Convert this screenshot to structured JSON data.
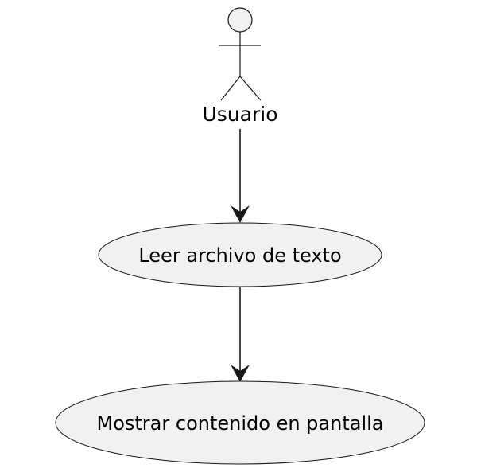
{
  "diagram": {
    "type": "use-case",
    "actor": {
      "name": "Usuario",
      "icon": "stick-figure-icon"
    },
    "use_cases": [
      {
        "label": "Leer archivo de texto"
      },
      {
        "label": "Mostrar contenido en pantalla"
      }
    ],
    "relations": [
      {
        "from": "Usuario",
        "to": "Leer archivo de texto"
      },
      {
        "from": "Leer archivo de texto",
        "to": "Mostrar contenido en pantalla"
      }
    ],
    "colors": {
      "fill": "#f1f1f1",
      "stroke": "#181818",
      "text": "#000000",
      "background": "#ffffff"
    }
  }
}
